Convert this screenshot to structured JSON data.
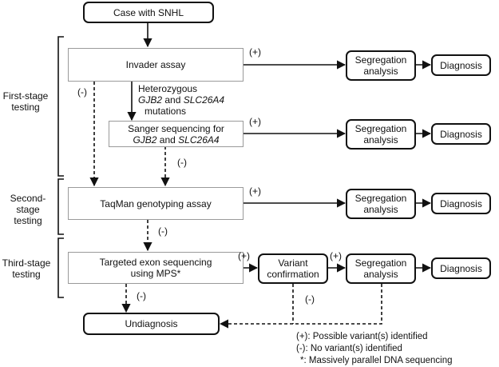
{
  "stages": {
    "first": [
      "First-stage",
      "testing"
    ],
    "second": [
      "Second-stage",
      "testing"
    ],
    "third": [
      "Third-stage",
      "testing"
    ]
  },
  "nodes": {
    "start": "Case with SNHL",
    "invader": "Invader assay",
    "sanger": [
      "Sanger sequencing for",
      "GJB2",
      " and ",
      "SLC26A4"
    ],
    "taqman": "TaqMan genotyping assay",
    "targeted": [
      "Targeted exon sequencing",
      "using MPS*"
    ],
    "variant": [
      "Variant",
      "confirmation"
    ],
    "segregation": [
      "Segregation",
      "analysis"
    ],
    "diagnosis": "Diagnosis",
    "undiagnosis": "Undiagnosis"
  },
  "edge_labels": {
    "plus": "(+)",
    "minus": "(-)",
    "heterozygous": [
      "Heterozygous",
      "GJB2",
      " and ",
      "SLC26A4",
      "mutations"
    ]
  },
  "legend": {
    "plus": "(+): Possible variant(s) identified",
    "minus": "(-): No variant(s) identified",
    "star": "*: Massively parallel DNA sequencing"
  }
}
